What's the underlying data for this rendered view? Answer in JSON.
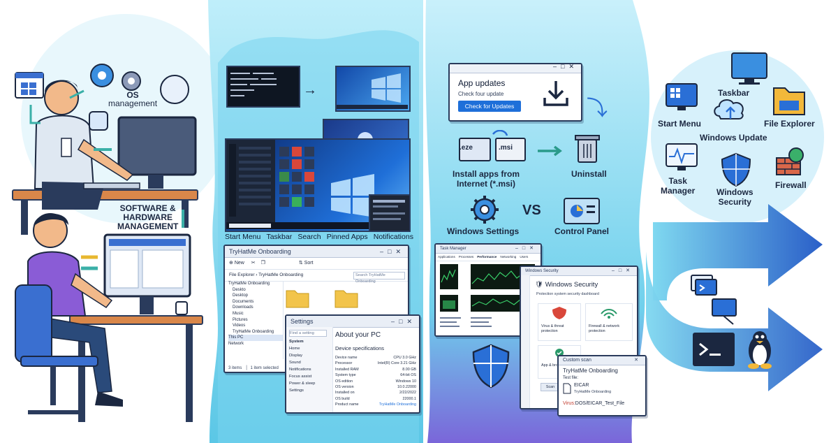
{
  "left_panel": {
    "os_label": "OS",
    "os_label2": "management",
    "sw_label": "SOFTWARE &",
    "sw_label2": "HARDWARE",
    "sw_label3": "MANAGEMENT"
  },
  "desktop_panel": {
    "bar_labels": [
      "Start Menu",
      "Taskbar",
      "Search",
      "Pinned Apps",
      "Notifications"
    ]
  },
  "file_explorer": {
    "title": "TryHatMe Onboarding",
    "new_label": "New",
    "sort_label": "Sort",
    "path": "File Explorer  ›  TryHatMe Onboarding",
    "search_placeholder": "Search TryHatMe Onboarding",
    "tree": [
      "TryHatMe Onboarding",
      "Deskto",
      "Desktop",
      "Documents",
      "Downloads",
      "Music",
      "Pictures",
      "Videos",
      "TryHatMe Onboarding",
      "This PC",
      "Network"
    ],
    "status_left": "3 items",
    "status_right": "1 item selected"
  },
  "settings": {
    "title": "Settings",
    "find_placeholder": "Find a setting",
    "section": "System",
    "nav": [
      "Home",
      "Display",
      "Sound",
      "Notifications",
      "Focus assist",
      "Power & sleep",
      "Settings"
    ],
    "heading": "About your PC",
    "subheading": "Device specifications",
    "specs": [
      {
        "k": "Device name",
        "v": "CPU 3.0 GHz"
      },
      {
        "k": "Processor",
        "v": "Intel(R) Core 3.21 GHz"
      },
      {
        "k": "Installed RAM",
        "v": "8.00 GB"
      },
      {
        "k": "System type",
        "v": "64-bit OS"
      },
      {
        "k": "OS edition",
        "v": "Windows 10"
      },
      {
        "k": "OS version",
        "v": "10.0.22000"
      },
      {
        "k": "Installed on",
        "v": "2/22/2022"
      },
      {
        "k": "OS build",
        "v": "22000.1"
      },
      {
        "k": "Product name",
        "v": "TryHatMe Onboarding"
      }
    ]
  },
  "app_updates": {
    "title": "App updates",
    "subtitle": "Check four update",
    "button": "Check for Updates"
  },
  "install": {
    "ext1": ".eze",
    "ext2": ".msi",
    "label1": "Install apps from",
    "label2": "Internet (*.msi)",
    "uninstall": "Uninstall"
  },
  "compare": {
    "left": "Windows Settings",
    "vs": "VS",
    "right": "Control Panel"
  },
  "task_manager": {
    "title": "Task Manager",
    "tabs": [
      "Applications",
      "Processes",
      "Performance",
      "Networking",
      "Users"
    ]
  },
  "security": {
    "title_bar": "Windows Security",
    "heading": "Windows Security",
    "sub": "Protection system security dashboard",
    "tile1": "Virus & threat protection",
    "tile2": "Firewall & network protection",
    "tile3": "App & browser control",
    "button": "Scan"
  },
  "scan": {
    "title": "Custom scan",
    "heading": "TryHatMe Onboarding",
    "test_label": "Test file:",
    "file": "EICAR",
    "file_sub": "TryHatMe Onboarding",
    "virus_prefix": "Virus:",
    "virus_name": "DOS/EICAR_Test_File"
  },
  "features": {
    "taskbar": "Taskbar",
    "start_menu": "Start Menu",
    "windows_update": "Windows Update",
    "file_explorer": "File Explorer",
    "task_manager1": "Task",
    "task_manager2": "Manager",
    "security1": "Windows",
    "security2": "Security",
    "firewall": "Firewall"
  },
  "colors": {
    "accent": "#1e6fd9",
    "dark": "#1b2740",
    "panel": "#6ad0ea",
    "arrow": "#2b63c9",
    "virus": "#c0392b"
  }
}
